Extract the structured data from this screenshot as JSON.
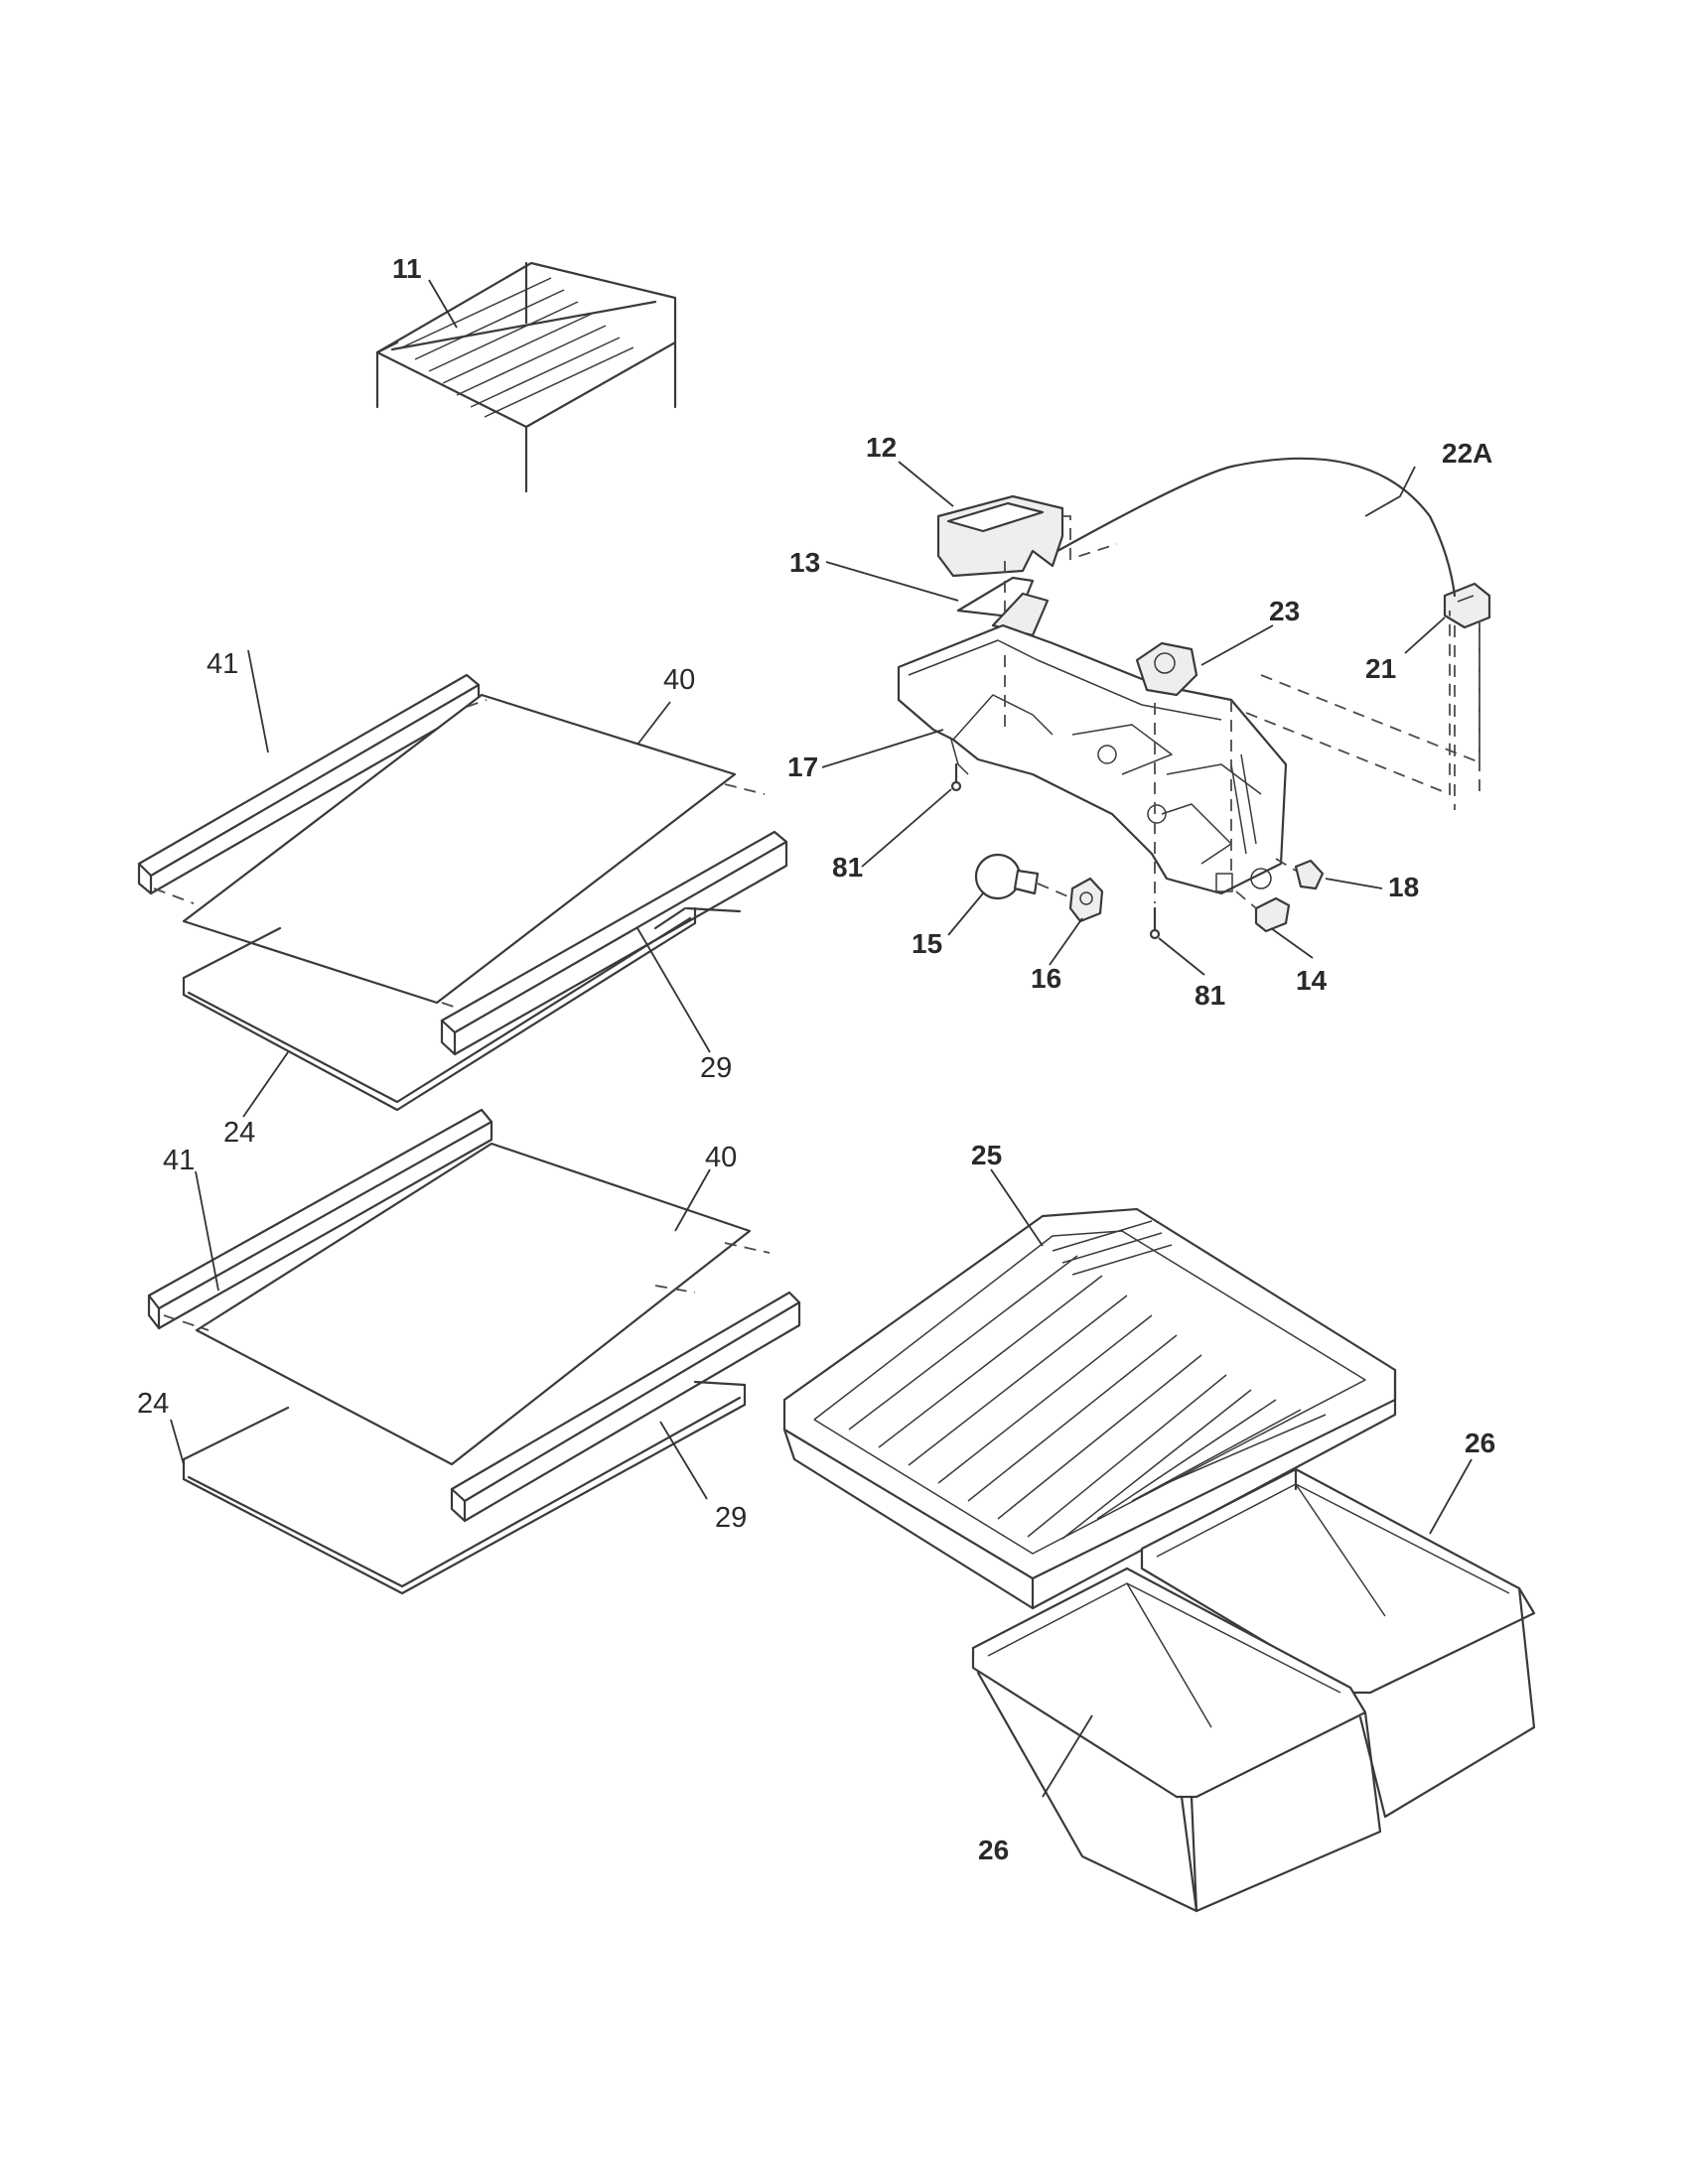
{
  "labels": {
    "p11": "11",
    "p12": "12",
    "p13": "13",
    "p14": "14",
    "p15": "15",
    "p16": "16",
    "p17": "17",
    "p18": "18",
    "p21": "21",
    "p22a": "22A",
    "p23": "23",
    "p24_top": "24",
    "p24_bottom": "24",
    "p25": "25",
    "p26_right": "26",
    "p26_left": "26",
    "p29_top": "29",
    "p29_bottom": "29",
    "p40_top": "40",
    "p40_bottom": "40",
    "p41_top": "41",
    "p41_bottom": "41",
    "p81_left": "81",
    "p81_right": "81"
  }
}
